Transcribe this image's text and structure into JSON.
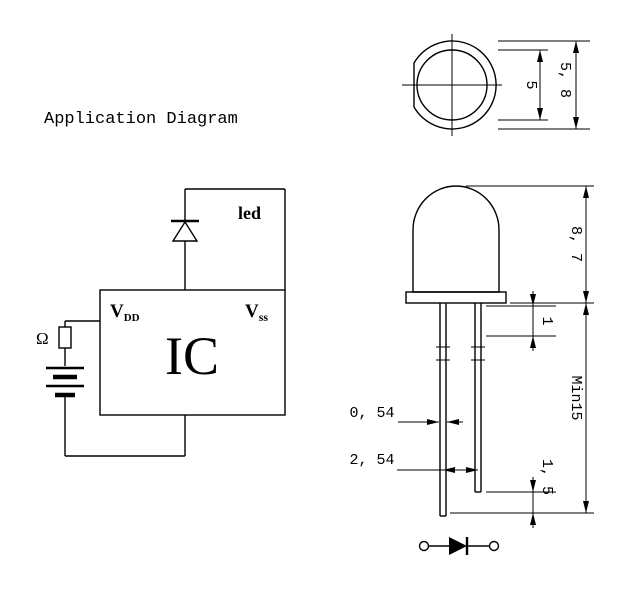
{
  "colors": {
    "background": "#ffffff",
    "ink": "#000000"
  },
  "application_diagram": {
    "title": "Application Diagram",
    "led_label": "led",
    "vdd_main": "V",
    "vdd_sub": "DD",
    "vss_main": "V",
    "vss_sub": "ss",
    "ic_label": "IC",
    "resistor_label": "Ω"
  },
  "top_view": {
    "inner_diameter_label": "5",
    "outer_diameter_label": "5, 8"
  },
  "side_view": {
    "epoxy_height_label": "8, 7",
    "standoff_label": "1",
    "min_lead_length_label": "Min15",
    "lead_width_label": "0, 54",
    "lead_pitch_label": "2, 54",
    "lead_tip_diff_label": "1, 5"
  }
}
